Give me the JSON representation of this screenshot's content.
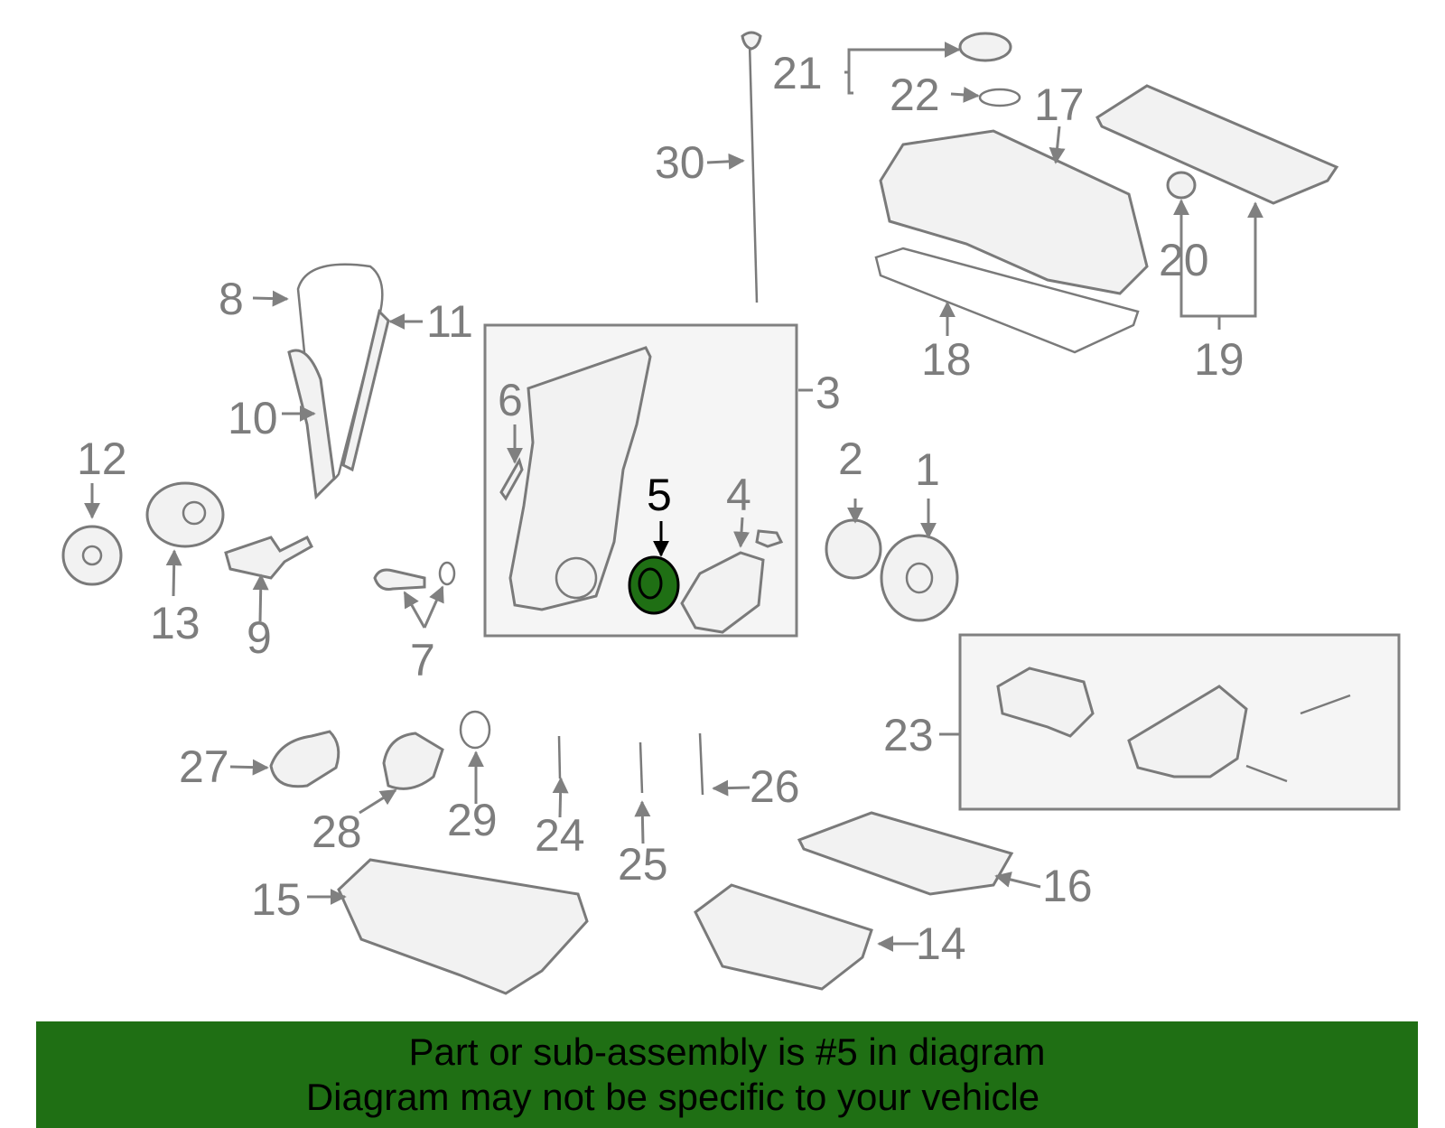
{
  "callouts": {
    "n1": "1",
    "n2": "2",
    "n3": "3",
    "n4": "4",
    "n5": "5",
    "n6": "6",
    "n7": "7",
    "n8": "8",
    "n9": "9",
    "n10": "10",
    "n11": "11",
    "n12": "12",
    "n13": "13",
    "n14": "14",
    "n15": "15",
    "n16": "16",
    "n17": "17",
    "n18": "18",
    "n19": "19",
    "n20": "20",
    "n21": "21",
    "n22": "22",
    "n23": "23",
    "n24": "24",
    "n25": "25",
    "n26": "26",
    "n27": "27",
    "n28": "28",
    "n29": "29",
    "n30": "30"
  },
  "highlighted_part": "5",
  "colors": {
    "highlight_fill": "#1f6f14",
    "banner_bg": "#1f6f14",
    "line_gray": "#808080"
  },
  "banner": {
    "line1": "Part or sub-assembly is #5 in diagram",
    "line2": "Diagram may not be specific to your vehicle"
  }
}
